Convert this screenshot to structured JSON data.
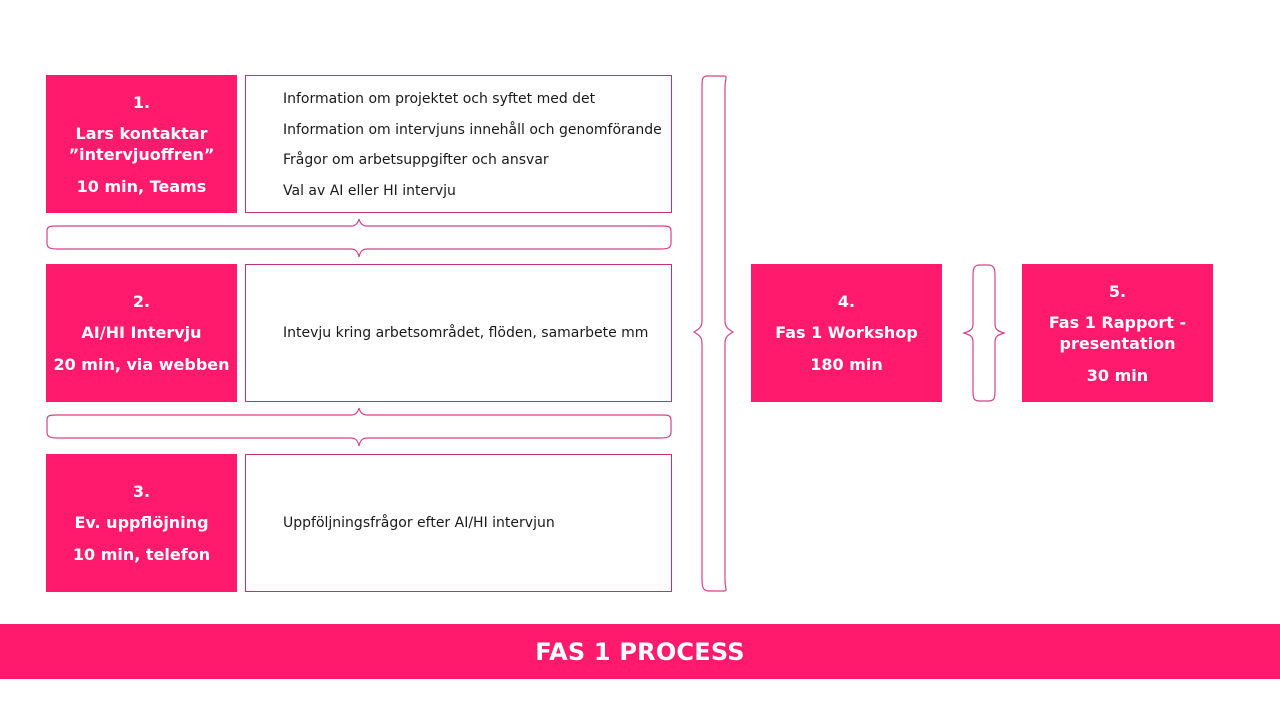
{
  "colors": {
    "accent": "#ff1a6e",
    "outline": "#c2307a"
  },
  "steps": [
    {
      "num": "1.",
      "title": "Lars kontaktar\n”intervjuoffren”",
      "sub": "10 min, Teams"
    },
    {
      "num": "2.",
      "title": "AI/HI Intervju",
      "sub": "20 min, via webben"
    },
    {
      "num": "3.",
      "title": "Ev. uppflöjning",
      "sub": "10 min, telefon"
    },
    {
      "num": "4.",
      "title": "Fas 1 Workshop",
      "sub": "180 min"
    },
    {
      "num": "5.",
      "title": "Fas 1 Rapport -\npresentation",
      "sub": "30 min"
    }
  ],
  "details": {
    "step1": [
      "Information om projektet och syftet med det",
      "Information om intervjuns innehåll och genomförande",
      "Frågor om arbetsuppgifter och ansvar",
      "Val av AI eller HI intervju"
    ],
    "step2": "Intevju kring arbetsområdet, flöden, samarbete mm",
    "step3": "Uppföljningsfrågor efter AI/HI intervjun"
  },
  "footer": {
    "title": "FAS 1 PROCESS"
  }
}
